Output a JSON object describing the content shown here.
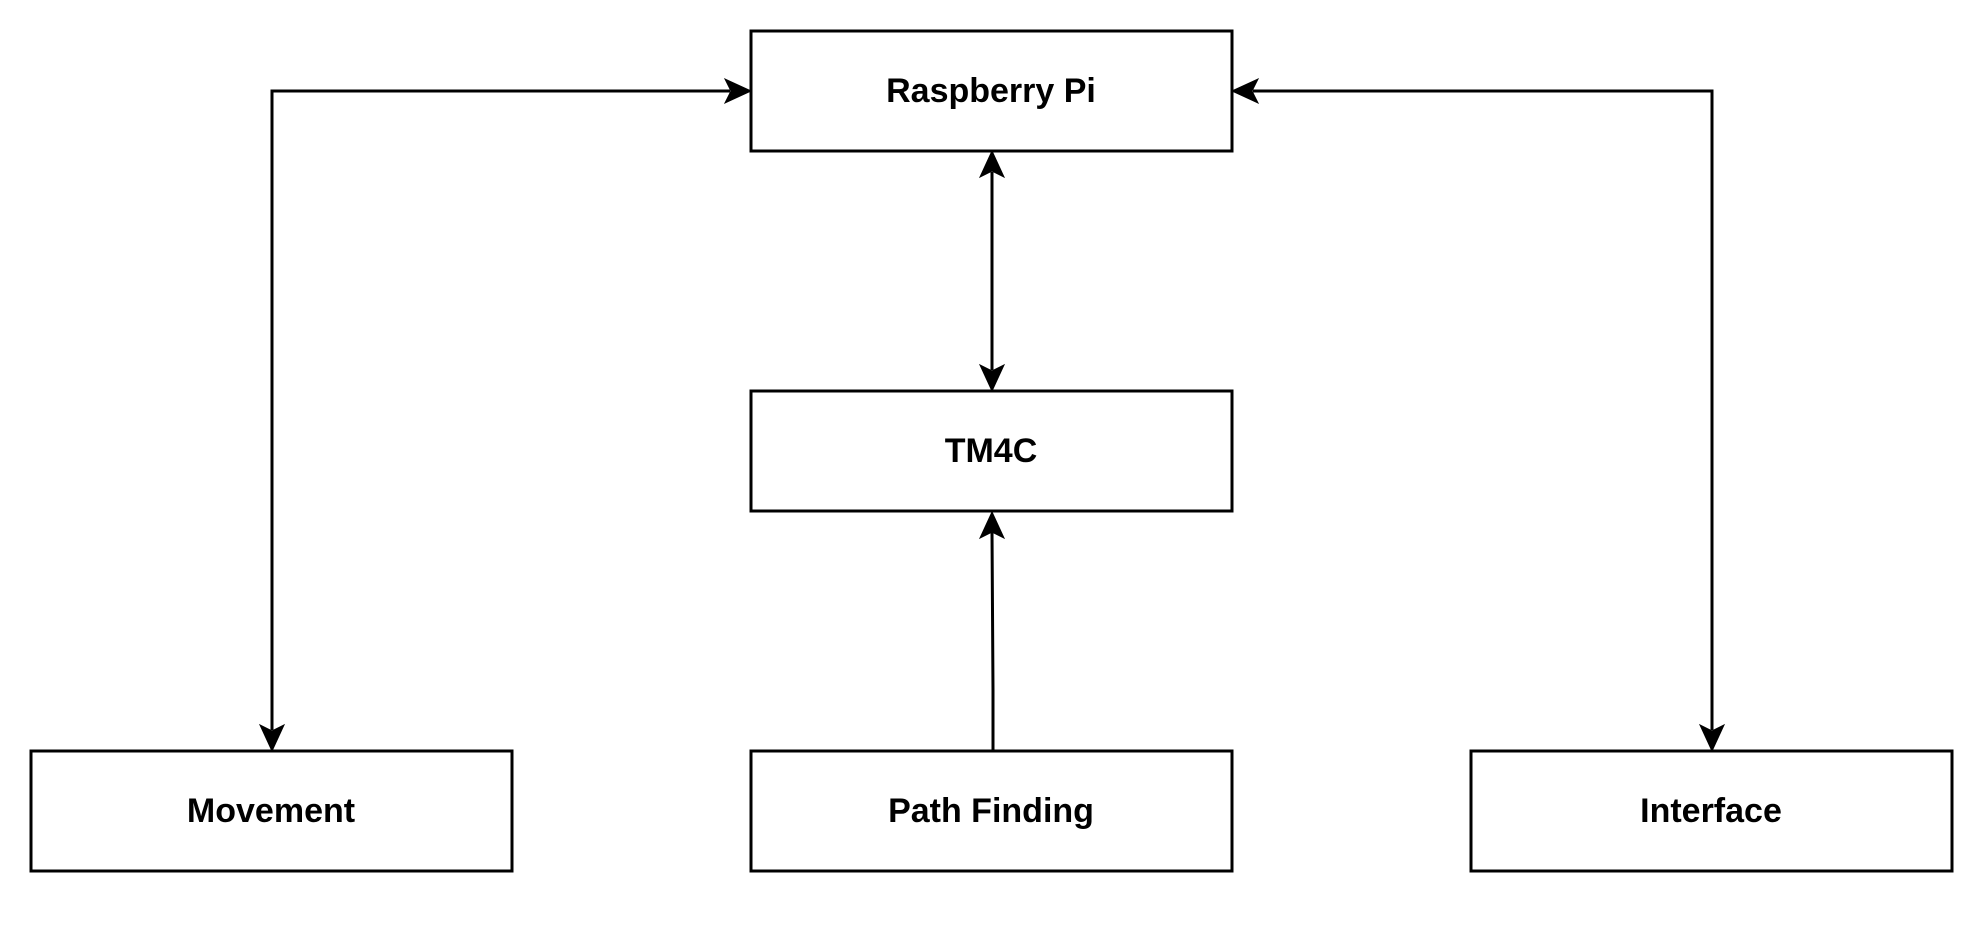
{
  "diagram": {
    "nodes": {
      "raspberry_pi": {
        "label": "Raspberry Pi"
      },
      "tm4c": {
        "label": "TM4C"
      },
      "movement": {
        "label": "Movement"
      },
      "path_finding": {
        "label": "Path Finding"
      },
      "interface": {
        "label": "Interface"
      }
    },
    "edges": [
      {
        "from": "raspberry_pi",
        "to": "movement",
        "direction": "bidirectional"
      },
      {
        "from": "raspberry_pi",
        "to": "tm4c",
        "direction": "bidirectional"
      },
      {
        "from": "raspberry_pi",
        "to": "interface",
        "direction": "bidirectional"
      },
      {
        "from": "path_finding",
        "to": "tm4c",
        "direction": "to"
      }
    ]
  }
}
